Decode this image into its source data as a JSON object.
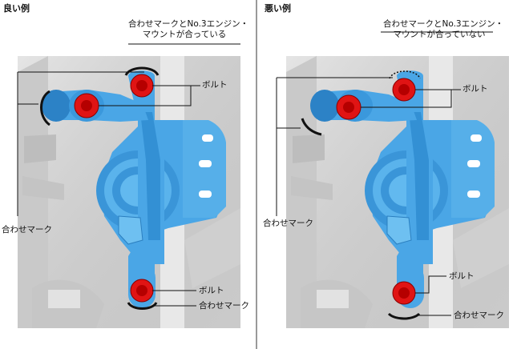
{
  "colors": {
    "bracket_blue": "#4aa6e6",
    "bracket_blue_dark": "#2f86c8",
    "bolt_red": "#e01414",
    "photo_gray": "#d9d9d9",
    "line_black": "#111111"
  },
  "good": {
    "heading": "良い例",
    "top_note_line1": "合わせマークとNo.3エンジン・",
    "top_note_line2": "マウントが合っている",
    "bolt_upper": "ボルト",
    "mark_left": "合わせマーク",
    "bolt_lower": "ボルト",
    "mark_lower": "合わせマーク"
  },
  "bad": {
    "heading": "悪い例",
    "top_note_line1": "合わせマークとNo.3エンジン・",
    "top_note_line2": "マウントが合っていない",
    "bolt_upper": "ボルト",
    "mark_left": "合わせマーク",
    "bolt_lower": "ボルト",
    "mark_lower": "合わせマーク"
  }
}
